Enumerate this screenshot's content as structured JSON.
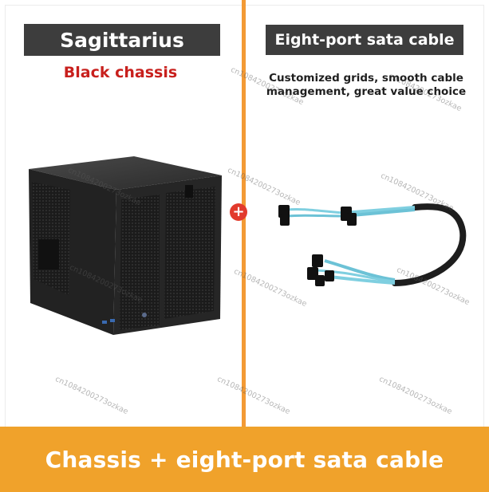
{
  "left_panel": {
    "title": "Sagittarius",
    "subtitle": "Black chassis"
  },
  "right_panel": {
    "title": "Eight-port sata cable",
    "description_line1": "Customized grids, smooth cable",
    "description_line2": "management, great value choice"
  },
  "plus_symbol": "+",
  "banner": {
    "text": "Chassis + eight-port sata cable"
  },
  "watermark": "cn1084200273ozkae",
  "colors": {
    "accent_orange": "#f39a35",
    "banner_orange": "#f0a22b",
    "title_bg": "#3d3d3d",
    "subtitle_red": "#c8201d",
    "cable_blue": "#7fcfe0"
  },
  "icons": {
    "plus": "plus-circle-icon",
    "chassis": "black-chassis-image",
    "cable": "sata-cable-image"
  }
}
